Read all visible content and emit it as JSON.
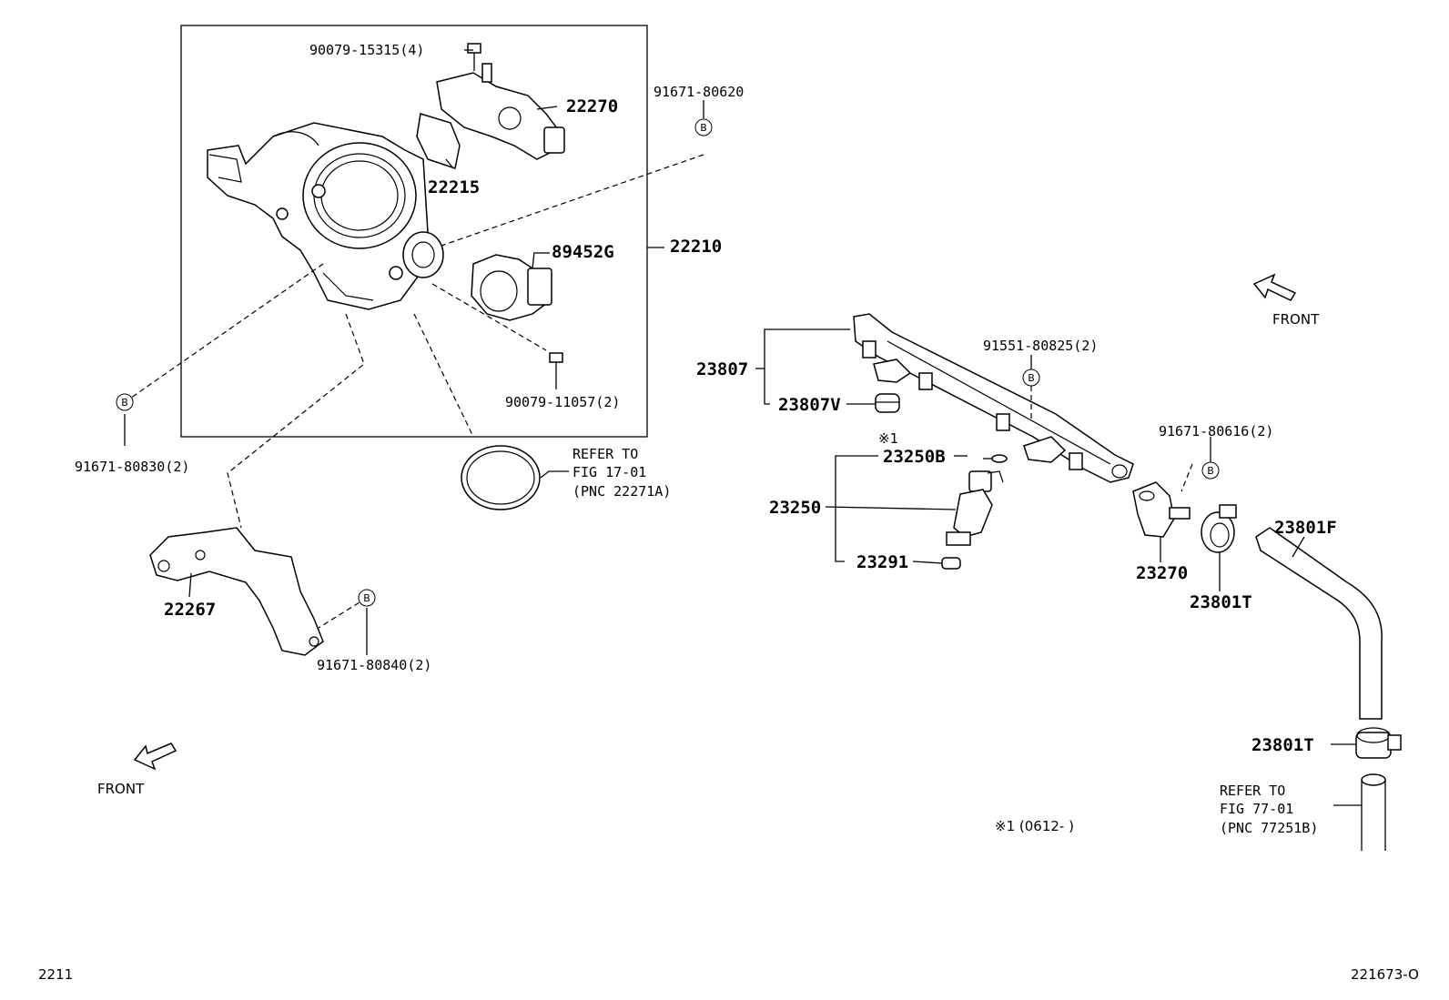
{
  "labels": {
    "p90079_15315": "90079-15315(4)",
    "p22270": "22270",
    "p91671_80620": "91671-80620",
    "p22215": "22215",
    "p22210": "22210",
    "p89452g": "89452G",
    "p90079_11057": "90079-11057(2)",
    "p91671_80830": "91671-80830(2)",
    "refer1_l1": "REFER TO",
    "refer1_l2": "FIG 17-01",
    "refer1_l3": "(PNC 22271A)",
    "p22267": "22267",
    "p91671_80840": "91671-80840(2)",
    "front_left": "FRONT",
    "front_right": "FRONT",
    "p23807": "23807",
    "p23807v": "23807V",
    "p91551_80825": "91551-80825(2)",
    "note_mark": "※1",
    "p23250b": "23250B",
    "p23250": "23250",
    "p23291": "23291",
    "p91671_80616": "91671-80616(2)",
    "p23270": "23270",
    "p23801f": "23801F",
    "p23801t_a": "23801T",
    "p23801t_b": "23801T",
    "refer2_l1": "REFER TO",
    "refer2_l2": "FIG 77-01",
    "refer2_l3": "(PNC 77251B)",
    "note_footer": "※1 (0612-     )",
    "footer_left": "2211",
    "footer_right": "221673-O",
    "bolt_marker": "B"
  }
}
